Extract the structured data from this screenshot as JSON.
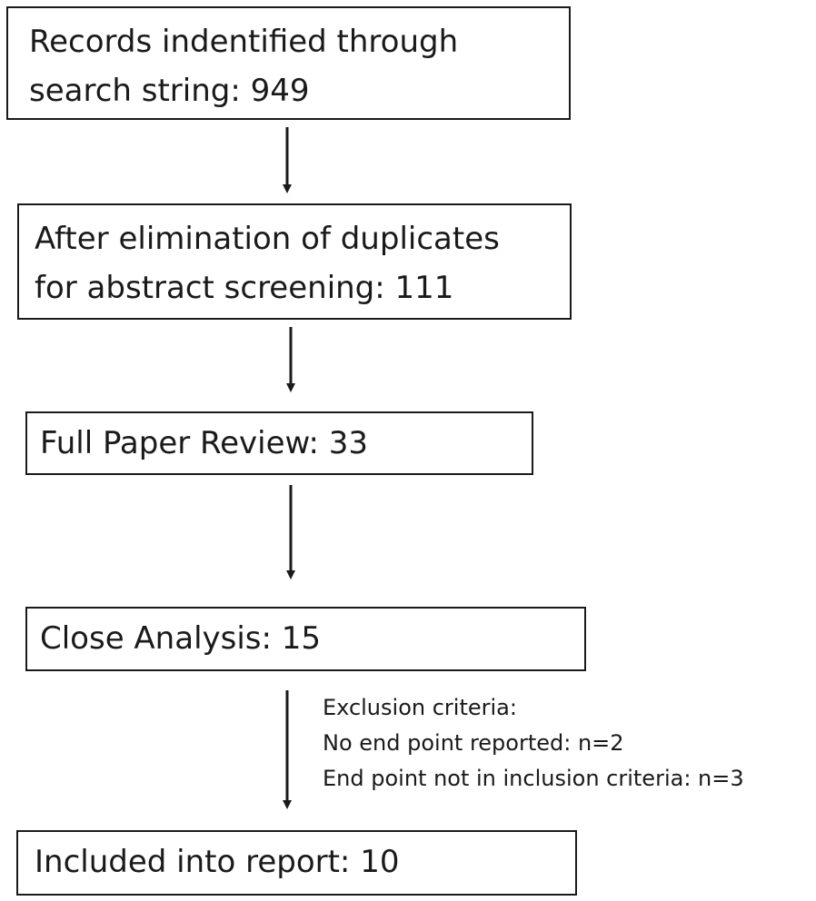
{
  "boxes": [
    {
      "lines": [
        "Records indentified through",
        "search string: 949"
      ]
    },
    {
      "lines": [
        "After elimination of duplicates",
        "for abstract screening: 111"
      ]
    },
    {
      "lines": [
        "Full Paper Review: 33"
      ]
    },
    {
      "lines": [
        "Close Analysis: 15"
      ]
    },
    {
      "lines": [
        "Included into report: 10"
      ]
    }
  ],
  "exclusion": {
    "title": "Exclusion criteria:",
    "items": [
      "No end point reported: n=2",
      "End point not in inclusion criteria: n=3"
    ]
  }
}
